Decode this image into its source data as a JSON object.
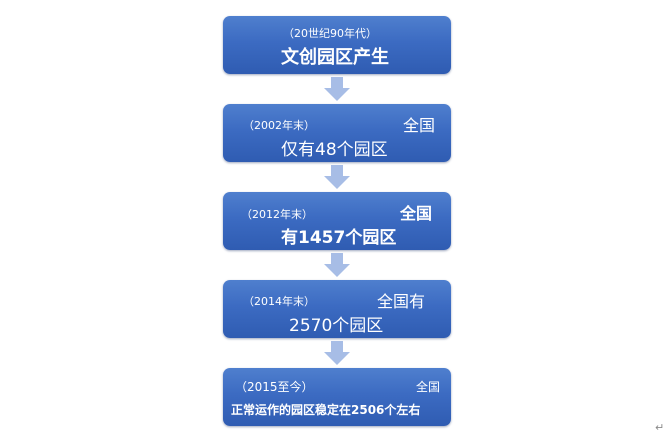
{
  "steps": [
    {
      "sub": "（20世纪90年代）",
      "main": "文创园区产生"
    },
    {
      "sub": "（2002年末）",
      "right": "全国",
      "main": "仅有48个园区"
    },
    {
      "sub": "（2012年末）",
      "right": "全国",
      "main": "有1457个园区"
    },
    {
      "sub": "（2014年末）",
      "right": "全国有",
      "main": "2570个园区"
    },
    {
      "sub": "（2015至今）",
      "right": "全国",
      "main": "正常运作的园区稳定在2506个左右"
    }
  ],
  "mark": "↵",
  "colors": {
    "box_top": "#4f7fce",
    "box_bottom": "#2f5cb2",
    "arrow": "#a7bde6"
  }
}
